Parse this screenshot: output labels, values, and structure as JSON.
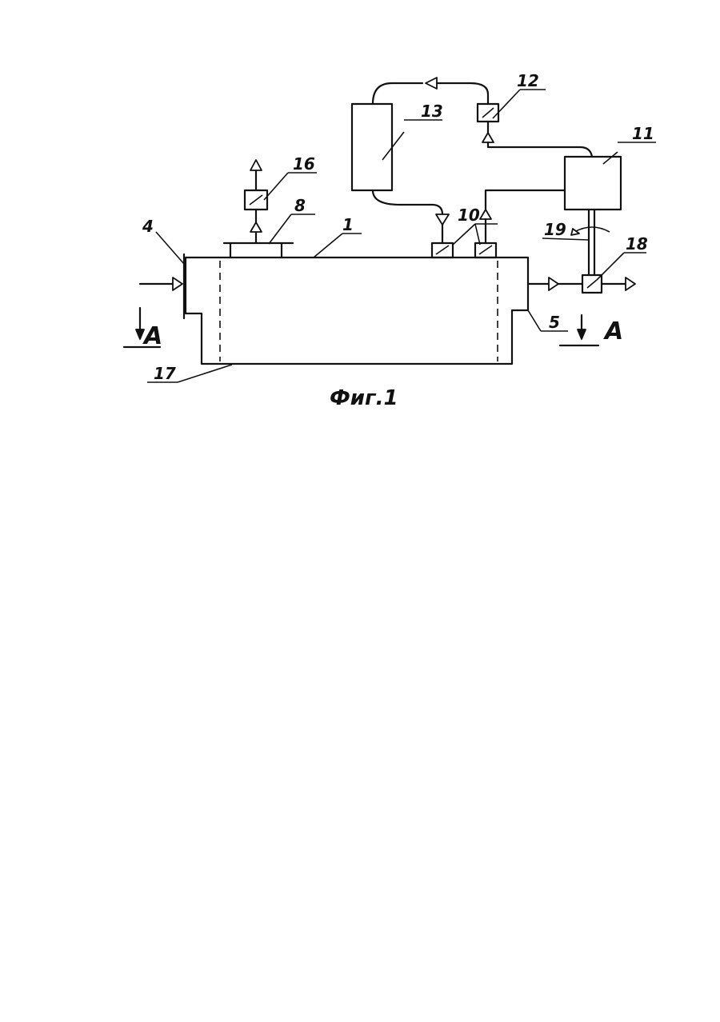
{
  "figure": {
    "caption": "Фиг.1",
    "section_label_left": "A",
    "section_label_right": "A"
  },
  "labels": {
    "tank": "1",
    "inlet": "4",
    "outlet": "5",
    "top_port": "8",
    "sample_ports": "10",
    "analyzer": "11",
    "pump": "12",
    "column": "13",
    "vent_unit": "16",
    "base": "17",
    "valve": "18",
    "shaft": "19"
  }
}
